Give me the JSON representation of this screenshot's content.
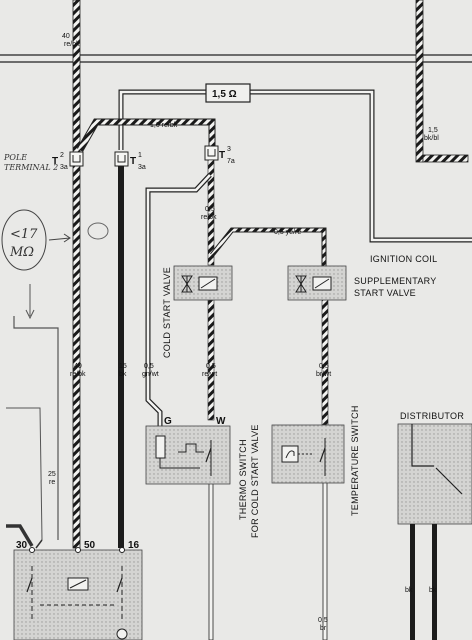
{
  "wires": {
    "top_left_gauge": "40",
    "top_left_color": "re/bk",
    "fuse_label": "1,5 Ω",
    "top_bar_gauge": "1,0 re/bk",
    "right_wire_gauge": "1,5",
    "right_wire_color": "bk/bl",
    "cold_valve_in_gauge": "0,5",
    "cold_valve_in_color": "re/bk",
    "supp_bar_gauge": "0,5 ye/re",
    "low_40": "40",
    "low_40_color": "re/bk",
    "low_15": "15",
    "low_15_color": "bk",
    "low_05_a": "0,5",
    "low_05_a_color": "gn/wt",
    "low_05_b": "0,5",
    "low_05_b_color": "re/wt",
    "low_05_c": "0,5",
    "low_05_c_color": "br/wt",
    "left_25": "25",
    "left_25_color": "re",
    "bottom_05": "0,5",
    "bottom_05_color": "br",
    "dist_bk1": "bk",
    "dist_bk2": "bk"
  },
  "connectors": {
    "t1_main": "T",
    "t1_sup": "2",
    "t1_sub": "3a",
    "t2_main": "T",
    "t2_sup": "1",
    "t2_sub": "3a",
    "t3_main": "T",
    "t3_sup": "3",
    "t3_sub": "7a"
  },
  "labels": {
    "ignition_coil": "IGNITION COIL",
    "cold_start_valve": "COLD START VALVE",
    "supplementary_start_valve_1": "SUPPLEMENTARY",
    "supplementary_start_valve_2": "START VALVE",
    "thermo_switch_1": "THERMO SWITCH",
    "thermo_switch_2": "FOR COLD START VALVE",
    "temperature_switch": "TEMPERATURE SWITCH",
    "distributor": "DISTRIBUTOR",
    "terminal_g": "G",
    "terminal_w": "W",
    "relay_30": "30",
    "relay_50": "50",
    "relay_16": "16"
  },
  "handwriting": {
    "pole_note_1": "POLE",
    "pole_note_2": "TERMINAL 2",
    "resistance_1": "<17",
    "resistance_2": "MΩ"
  }
}
